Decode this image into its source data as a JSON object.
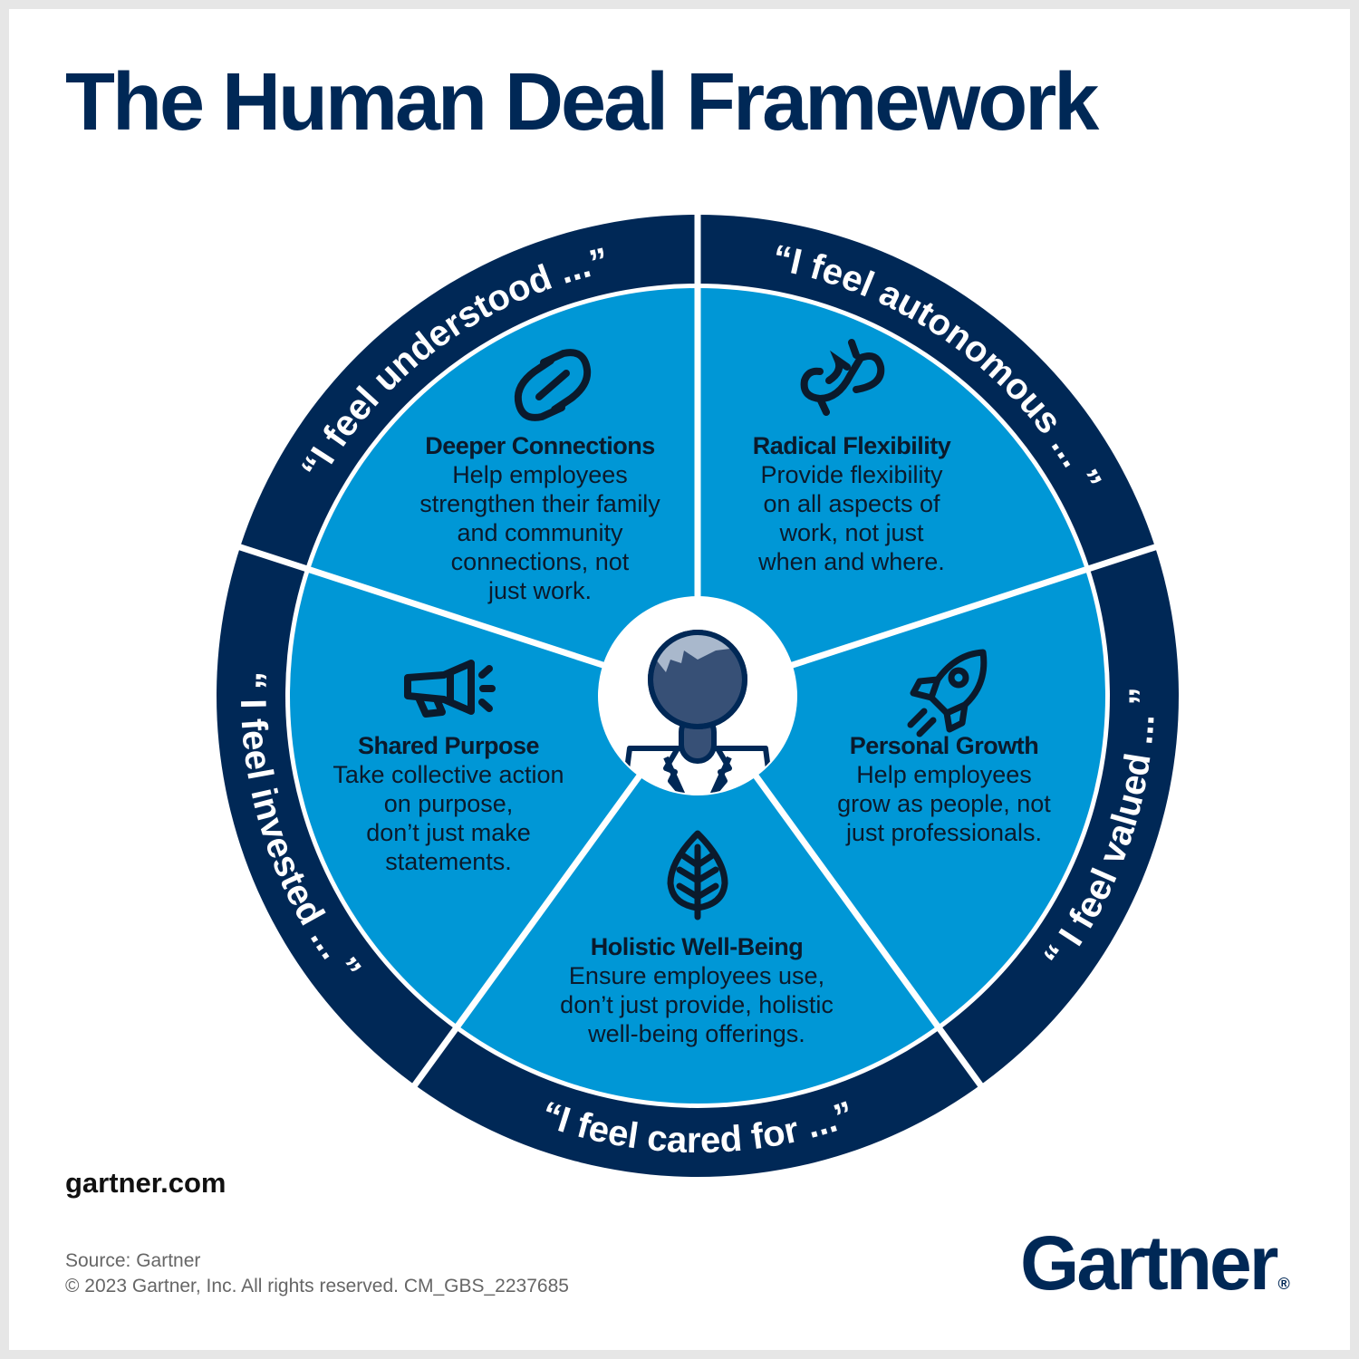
{
  "title": "The Human Deal Framework",
  "colors": {
    "navy": "#002856",
    "blue": "#0097d6",
    "white": "#ffffff"
  },
  "ring": {
    "understood": "“I feel understood ...”",
    "autonomous": "“I feel autonomous ... ”",
    "valued": "“ I feel valued ... ”",
    "cared": "“I feel cared for ...”",
    "invested": "“ I feel invested ... ”"
  },
  "segments": {
    "deeper": {
      "icon": "link-icon",
      "title": "Deeper Connections",
      "lines": [
        "Help employees",
        "strengthen their family",
        "and community",
        "connections, not",
        "just work."
      ]
    },
    "flex": {
      "icon": "arrows-icon",
      "title": "Radical Flexibility",
      "lines": [
        "Provide flexibility",
        "on all aspects of",
        "work, not just",
        "when and where."
      ]
    },
    "purpose": {
      "icon": "megaphone-icon",
      "title": "Shared Purpose",
      "lines": [
        "Take collective action",
        "on purpose,",
        "don’t just make",
        "statements."
      ]
    },
    "growth": {
      "icon": "rocket-icon",
      "title": "Personal Growth",
      "lines": [
        "Help employees",
        "grow as people, not",
        "just professionals."
      ]
    },
    "wellbeing": {
      "icon": "leaf-icon",
      "title": "Holistic Well-Being",
      "lines": [
        "Ensure employees use,",
        "don’t just provide, holistic",
        "well-being offerings."
      ]
    }
  },
  "footer": {
    "site": "gartner.com",
    "source": "Source: Gartner",
    "copyright": "© 2023 Gartner, Inc. All rights reserved. CM_GBS_2237685",
    "logo": "Gartner",
    "logo_mark": "®"
  }
}
